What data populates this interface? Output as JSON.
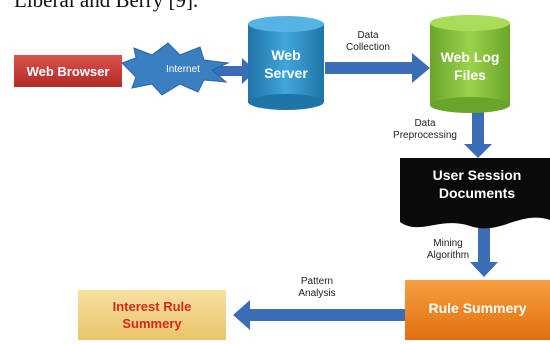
{
  "header_fragment": "Liberal and Berry [9].",
  "nodes": {
    "web_browser": "Web Browser",
    "internet": "Internet",
    "web_server": "Web Server",
    "web_log_files": "Web Log Files",
    "user_session_documents": "User Session Documents",
    "rule_summery": "Rule Summery",
    "interest_rule_summery": "Interest Rule Summery"
  },
  "edges": {
    "data_collection": "Data Collection",
    "data_preprocessing": "Data Preprocessing",
    "mining_algorithm": "Mining Algorithm",
    "pattern_analysis": "Pattern Analysis"
  },
  "colors": {
    "web_browser": "#c0392b",
    "internet": "#3a7fc1",
    "web_server": "#2f8fc4",
    "web_log_files": "#8dc63f",
    "user_session_documents": "#0a0a0a",
    "rule_summery": "#f08519",
    "interest_rule_summery": "#f0d080",
    "arrow": "#3a6db5"
  }
}
